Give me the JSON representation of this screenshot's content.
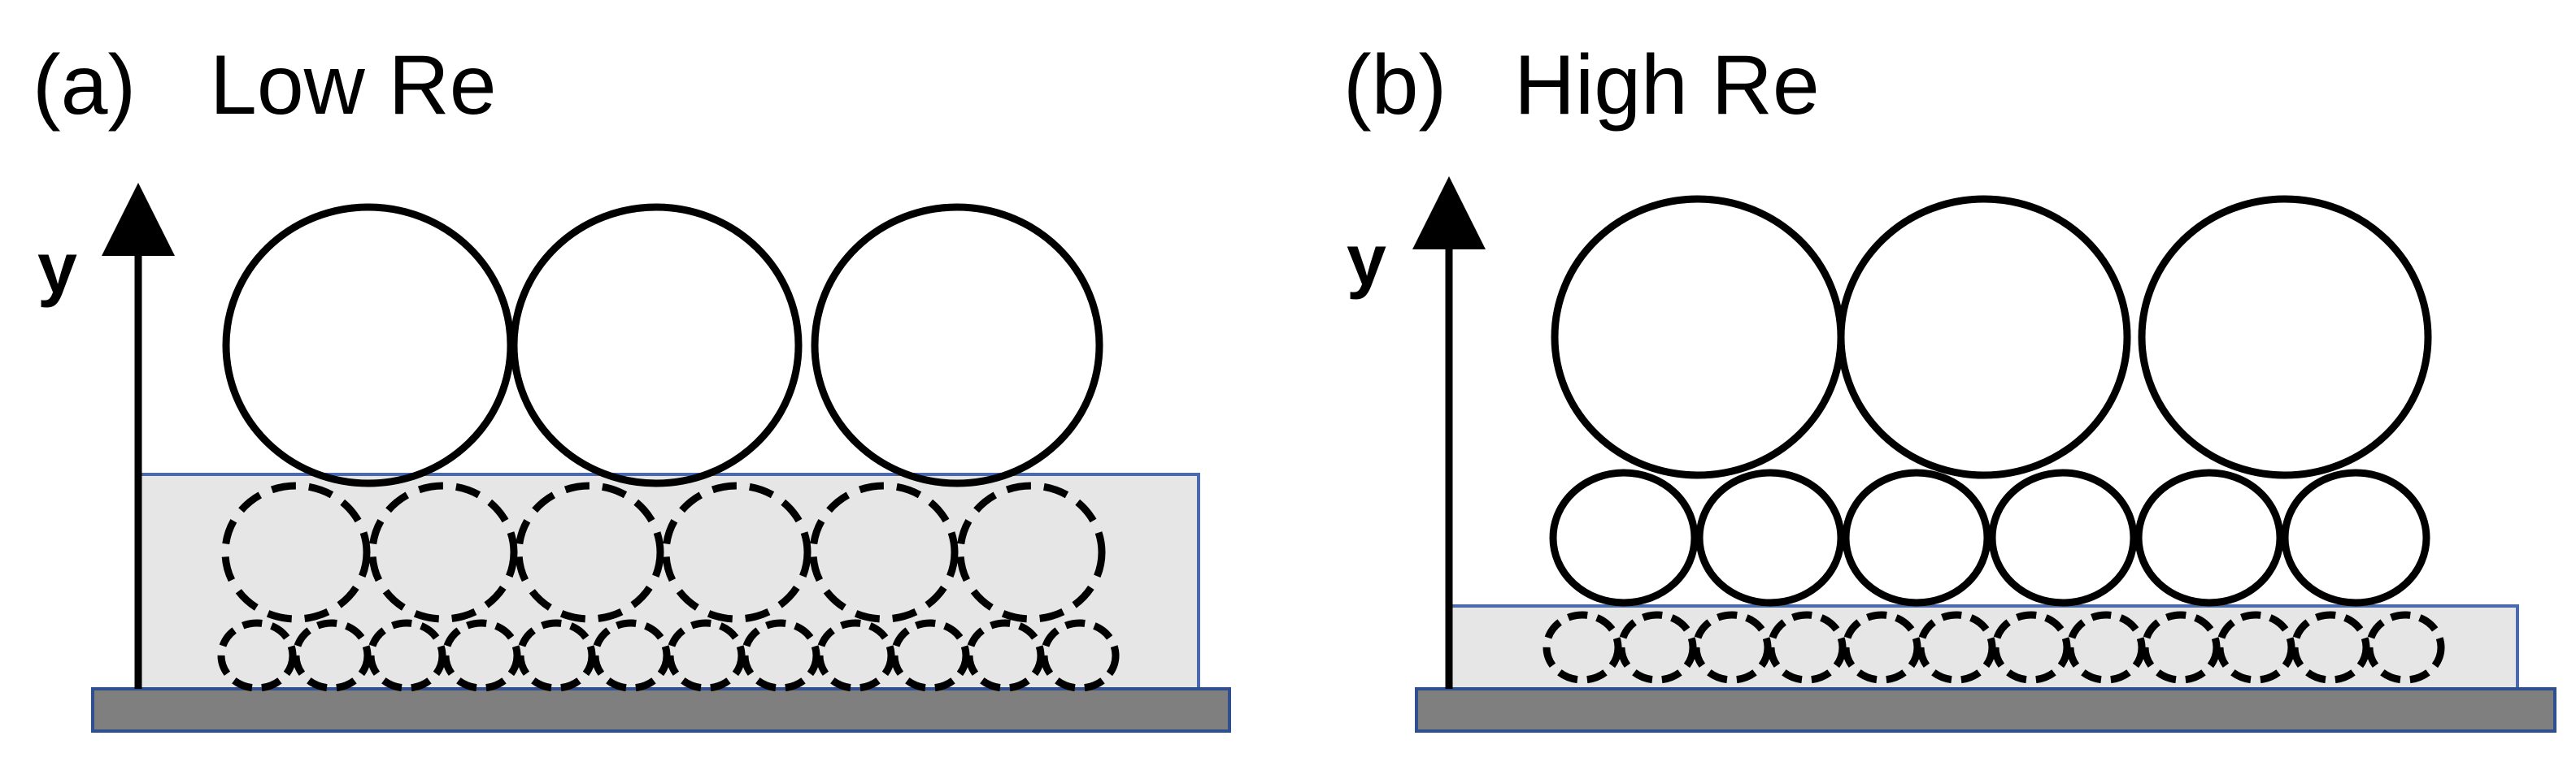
{
  "panels": [
    {
      "label": "(a)",
      "title": "Low Re"
    },
    {
      "label": "(b)",
      "title": "High Re"
    }
  ],
  "axis_label": "y",
  "colors": {
    "ink": "#000000",
    "wall": "#7f7f7f",
    "wall_border": "#2f4f8f",
    "layer_fill": "#e6e6e6",
    "layer_border": "#4a6ab0"
  }
}
